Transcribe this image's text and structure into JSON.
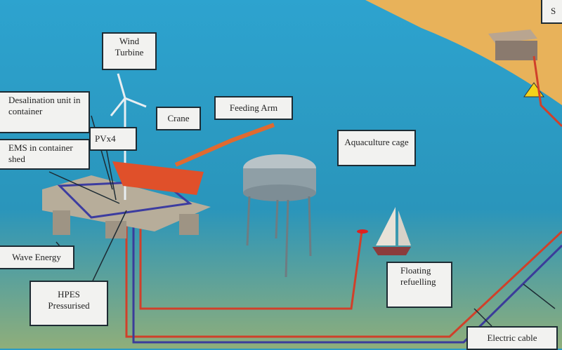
{
  "labels": {
    "wind_turbine": "Wind Turbine",
    "crane": "Crane",
    "feeding_arm": "Feeding Arm",
    "aquaculture": "Aquaculture cage",
    "desalination": "Desalination unit in container",
    "pv": "PVx4",
    "ems": "EMS in container shed",
    "wave_energy": "Wave Energy",
    "hpes": "HPES Pressurised",
    "floating_refuelling": "Floating refuelling",
    "electric_cable": "Electric cable",
    "shore": "S"
  },
  "colors": {
    "sea": "#2a9bc4",
    "sand": "#e8b25a",
    "cable_red": "#d0402a",
    "cable_blue": "#3b3c9a"
  }
}
